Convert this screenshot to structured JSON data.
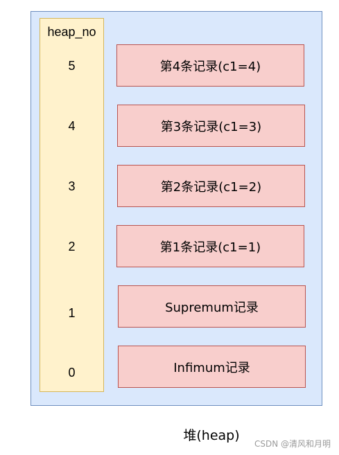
{
  "diagram": {
    "heap_no_header": "heap_no",
    "heap_numbers": [
      "5",
      "4",
      "3",
      "2",
      "1",
      "0"
    ],
    "records": [
      "第4条记录(c1=4)",
      "第3条记录(c1=3)",
      "第2条记录(c1=2)",
      "第1条记录(c1=1)",
      "Supremum记录",
      "Infimum记录"
    ],
    "caption": "堆(heap)",
    "watermark": "CSDN @清风和月明",
    "colors": {
      "heap_fill": "#dae8fc",
      "heap_border": "#6c8ebf",
      "heapno_fill": "#fff2cc",
      "heapno_border": "#d6b656",
      "record_fill": "#f8cecc",
      "record_border": "#b85450"
    }
  }
}
